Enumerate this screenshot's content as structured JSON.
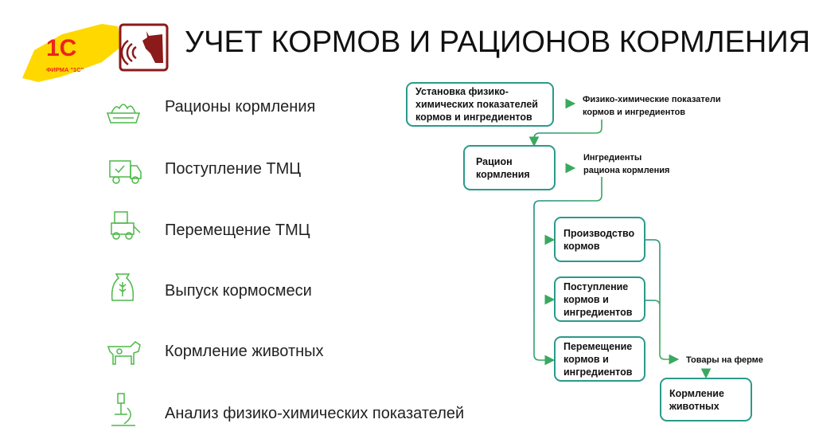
{
  "logo": {
    "brand_text": "ФИРМА \"1С\"",
    "mark": "1С"
  },
  "title": "УЧЕТ КОРМОВ И РАЦИОНОВ КОРМЛЕНИЯ",
  "features": [
    {
      "label": "Рационы кормления",
      "icon": "feed-trough-icon"
    },
    {
      "label": "Поступление ТМЦ",
      "icon": "delivery-truck-icon"
    },
    {
      "label": "Перемещение ТМЦ",
      "icon": "loader-icon"
    },
    {
      "label": "Выпуск кормосмеси",
      "icon": "grain-bag-icon"
    },
    {
      "label": "Кормление животных",
      "icon": "cow-icon"
    },
    {
      "label": "Анализ физико-химических показателей",
      "icon": "microscope-icon"
    }
  ],
  "diagram": {
    "box_install": "Установка физико-химических показателей кормов и ингредиентов",
    "label_indicators": "Физико-химические показатели кормов и ингредиентов",
    "box_ration": "Рацион кормления",
    "label_ingredients": "Ингредиенты рациона кормления",
    "box_production": "Производство кормов",
    "box_receipt": "Поступление кормов и ингредиентов",
    "box_transfer": "Перемещение кормов и ингредиентов",
    "label_goods": "Товары на ферме",
    "box_feeding": "Кормление животных"
  },
  "colors": {
    "teal": "#1e8a8a",
    "green": "#4cb848",
    "red": "#8b1a1a",
    "yellow": "#ffd800",
    "orange": "#e8261c"
  }
}
